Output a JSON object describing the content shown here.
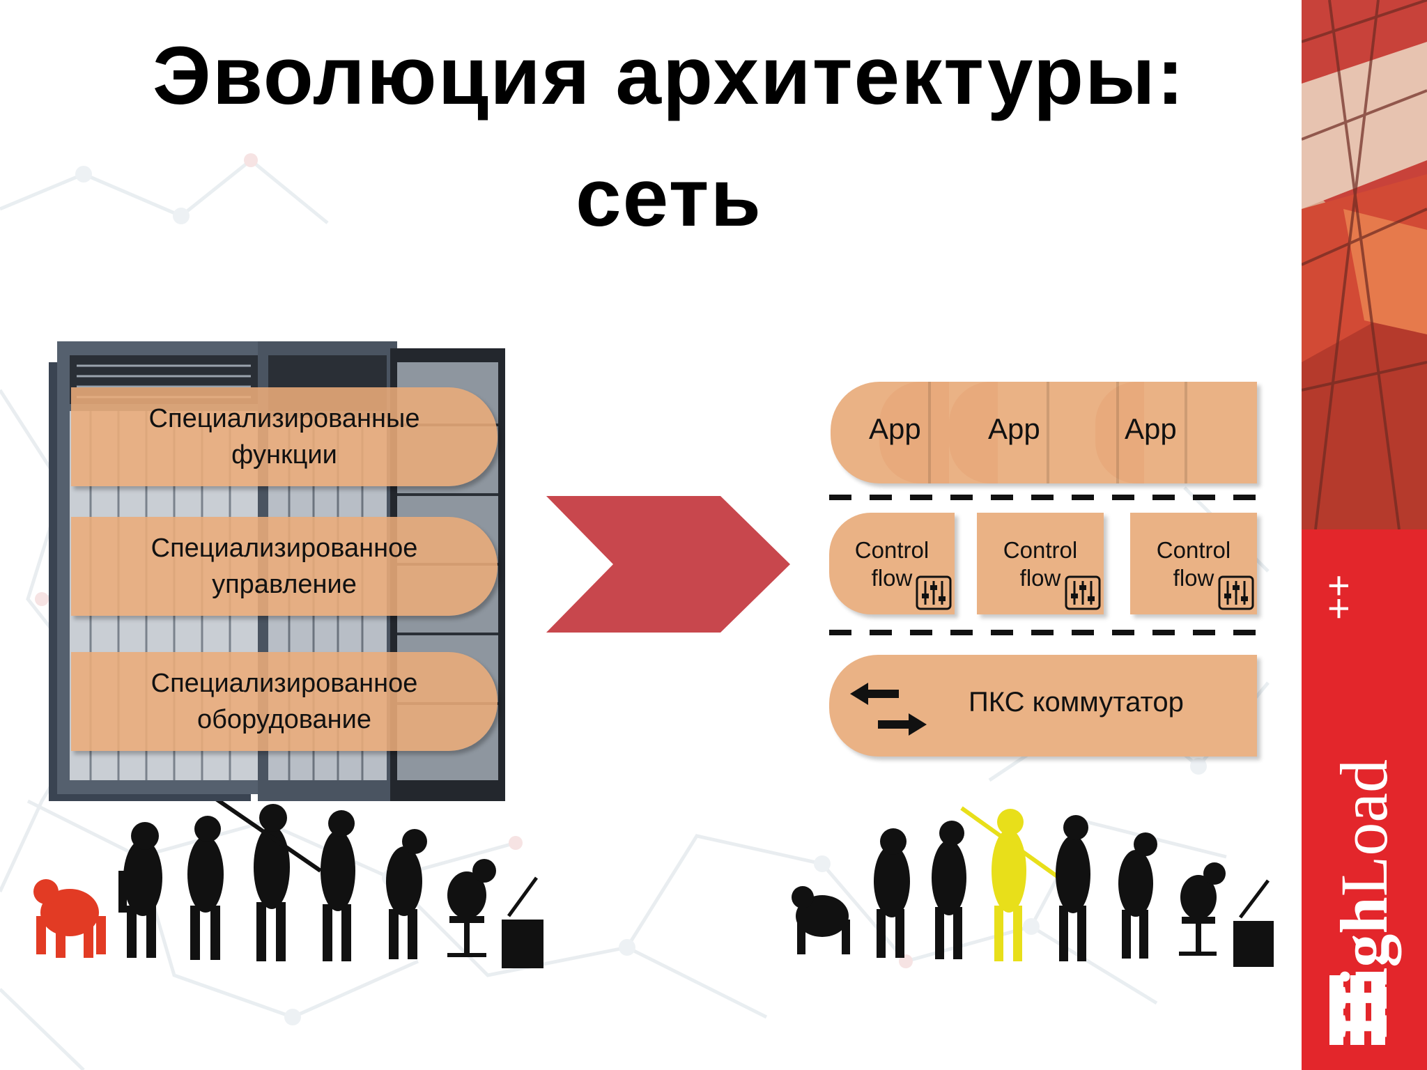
{
  "slide": {
    "title_line1": "Эволюция архитектуры:",
    "title_line2": "сеть"
  },
  "left_stack": [
    {
      "line1": "Специализированные",
      "line2": "функции"
    },
    {
      "line1": "Специализированное",
      "line2": "управление"
    },
    {
      "line1": "Специализированное",
      "line2": "оборудование"
    }
  ],
  "right_stack": {
    "apps": [
      "App",
      "App",
      "App"
    ],
    "control_flow": [
      {
        "line1": "Control",
        "line2": "flow"
      },
      {
        "line1": "Control",
        "line2": "flow"
      },
      {
        "line1": "Control",
        "line2": "flow"
      }
    ],
    "switch_label": "ПКС коммутатор"
  },
  "brand": {
    "logo_text": "HighLoad",
    "logo_suffix": "++"
  },
  "colors": {
    "accent_red": "#e3262b",
    "box_peach": "#eab285",
    "arrow_red": "#c8474d",
    "highlight_yellow": "#e8df1a",
    "monkey_red": "#e23b24"
  },
  "icons": [
    "server-rack-image",
    "chevron-arrow-icon",
    "equalizer-icon",
    "exchange-arrows-icon",
    "evolution-silhouettes"
  ]
}
